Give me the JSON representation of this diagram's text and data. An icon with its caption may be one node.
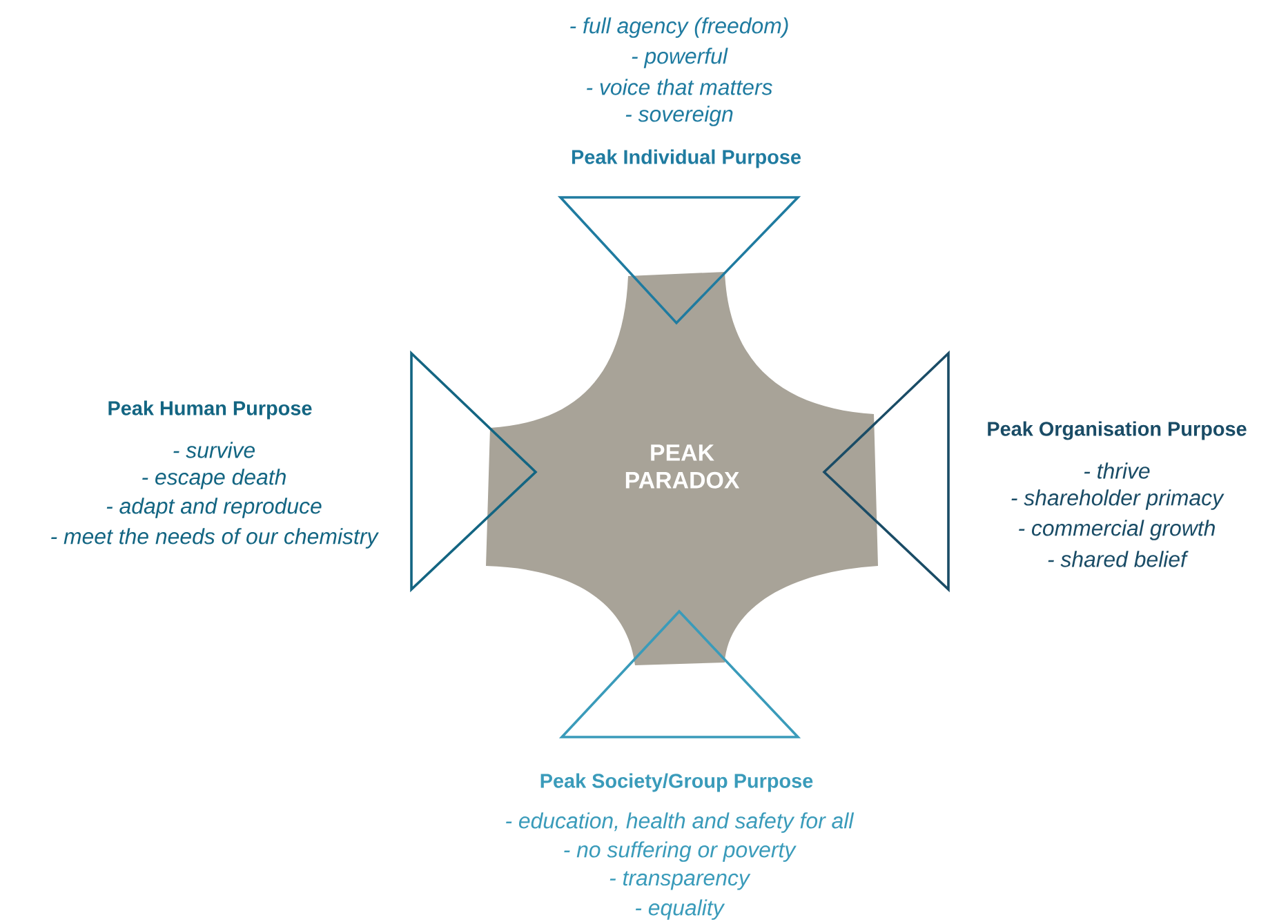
{
  "diagram": {
    "nodes": [
      {
        "text": [
          "Peak Individual Purpose"
        ],
        "beside": [
          "- full agency (freedom)",
          "- powerful",
          "- voice that matters",
          "- sovereign"
        ]
      },
      {
        "text": [
          "Peak Human Purpose"
        ],
        "beside": [
          "- survive",
          "- escape death",
          "- adapt and reproduce",
          "- meet the needs of our chemistry"
        ]
      },
      {
        "text": [
          "PEAK PARADOX"
        ]
      },
      {
        "text": [
          "Peak Organisation Purpose"
        ],
        "beside": [
          "- thrive",
          "- shareholder primacy",
          "- commercial growth",
          "- shared belief"
        ]
      },
      {
        "text": [
          "Peak Society/Group Purpose"
        ],
        "beside": [
          "- education, health and safety for all",
          "- no suffering or poverty",
          "- transparency",
          "- equality"
        ]
      }
    ]
  }
}
